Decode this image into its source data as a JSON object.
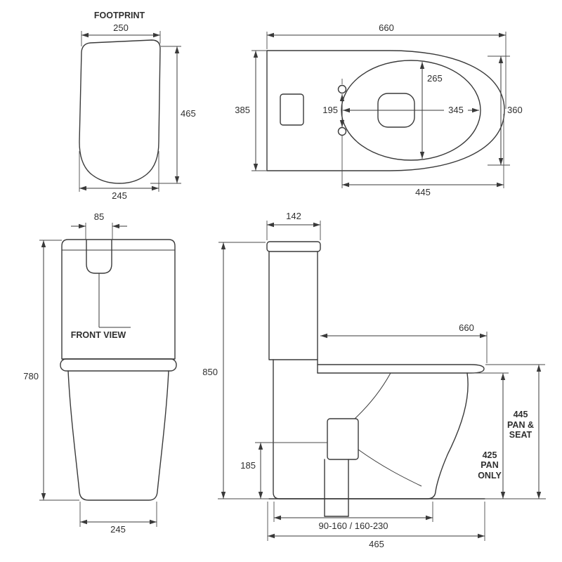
{
  "footprint": {
    "title": "FOOTPRINT",
    "dim_top": "250",
    "dim_side": "465",
    "dim_bottom": "245"
  },
  "top_view": {
    "dim_total_width": "660",
    "dim_left_depth": "385",
    "dim_right_depth": "360",
    "dim_bowl_length": "265",
    "dim_bowl_width": "345",
    "dim_holes": "195",
    "dim_seat_length": "445"
  },
  "front_view": {
    "title": "FRONT VIEW",
    "dim_button": "85",
    "dim_height": "780",
    "dim_base": "245"
  },
  "side_view": {
    "dim_cistern": "142",
    "dim_total_height": "850",
    "dim_depth": "660",
    "dim_seat_height": "445",
    "seat_label_1": "PAN &",
    "seat_label_2": "SEAT",
    "dim_pan_height": "425",
    "pan_label_1": "PAN",
    "pan_label_2": "ONLY",
    "dim_trap_height": "185",
    "dim_setout": "90-160 / 160-230",
    "dim_base_depth": "465"
  },
  "colors": {
    "line": "#3a3a3a",
    "hatch": "#b9b9b9",
    "background": "#ffffff"
  }
}
